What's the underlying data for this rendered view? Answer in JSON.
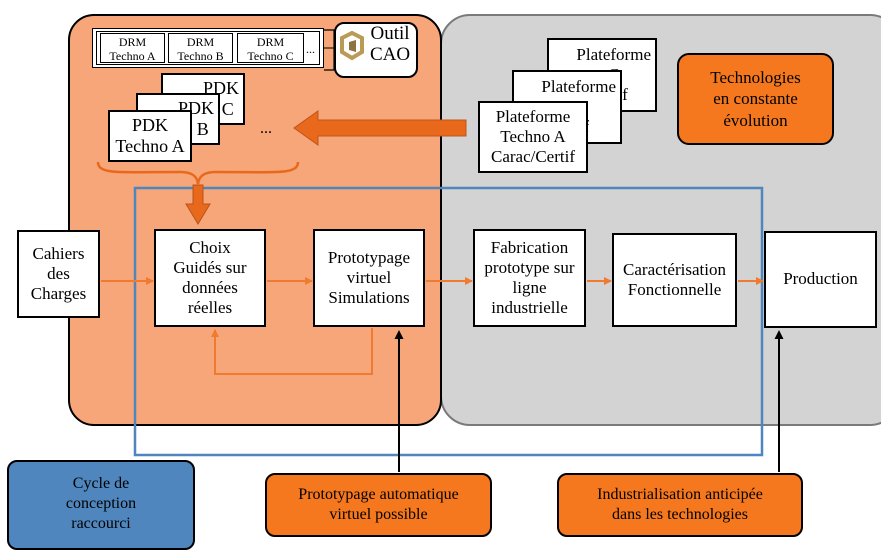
{
  "colors": {
    "orange_zone": "#f6a678",
    "grey_zone": "#d3d3d3",
    "orange_box": "#f5781f",
    "blue_box": "#4f86be",
    "blue_frame": "#4f86be",
    "arrow_orange": "#f07a2e"
  },
  "drm_items": [
    "DRM\nTechno A",
    "DRM\nTechno B",
    "DRM\nTechno C"
  ],
  "drm_ellipsis": "...",
  "cad_tool": {
    "label": "Outil\nCAO",
    "icon": "cad-logo-icon"
  },
  "pdk": {
    "front": "PDK\nTechno A",
    "middle": "PDK\no B",
    "back": "PDK\no C",
    "ellipsis": "..."
  },
  "platforms": {
    "front": "Plateforme\nTechno A\nCarac/Certif",
    "middle": "Plateforme\nB\nrtif",
    "back": "Plateforme\nC\nertif"
  },
  "tech_evolution": "Technologies\nen constante\névolution",
  "flow": {
    "cahiers": "Cahiers\ndes\nCharges",
    "choix": "Choix\nGuidés sur\ndonnées\nréelles",
    "proto_virtuel": "Prototypage\nvirtuel\nSimulations",
    "fabrication": "Fabrication\nprototype sur\nligne\nindustrielle",
    "caracterisation": "Caractérisation\nFonctionnelle",
    "production": "Production"
  },
  "notes": {
    "cycle": "Cycle de\nconception\nraccourci",
    "proto_auto": "Prototypage automatique\nvirtuel possible",
    "industrialisation": "Industrialisation anticipée\ndans les technologies"
  }
}
